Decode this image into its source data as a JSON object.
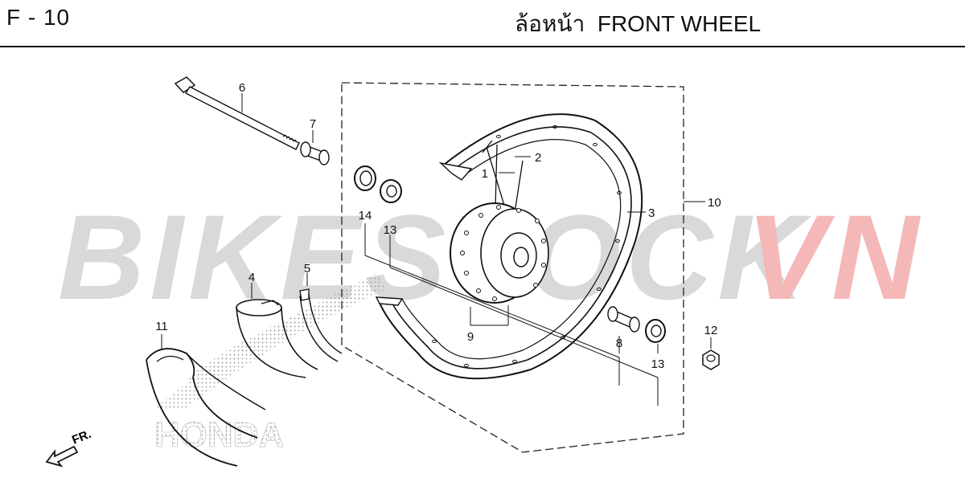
{
  "header": {
    "page_code": "F - 10",
    "title": "ล้อหน้า  FRONT WHEEL"
  },
  "watermark": {
    "text_gray": "BIKESTOCK",
    "text_red": "VN",
    "color_gray": "#d9d9d9",
    "color_red": "#f4b8b8"
  },
  "logo": {
    "text": "HONDA"
  },
  "direction": {
    "label": "FR."
  },
  "callouts": {
    "c1": "1",
    "c2": "2",
    "c3": "3",
    "c4": "4",
    "c5": "5",
    "c6": "6",
    "c7": "7",
    "c8": "8",
    "c9": "9",
    "c10": "10",
    "c11": "11",
    "c12": "12",
    "c13a": "13",
    "c13b": "13",
    "c14": "14"
  }
}
